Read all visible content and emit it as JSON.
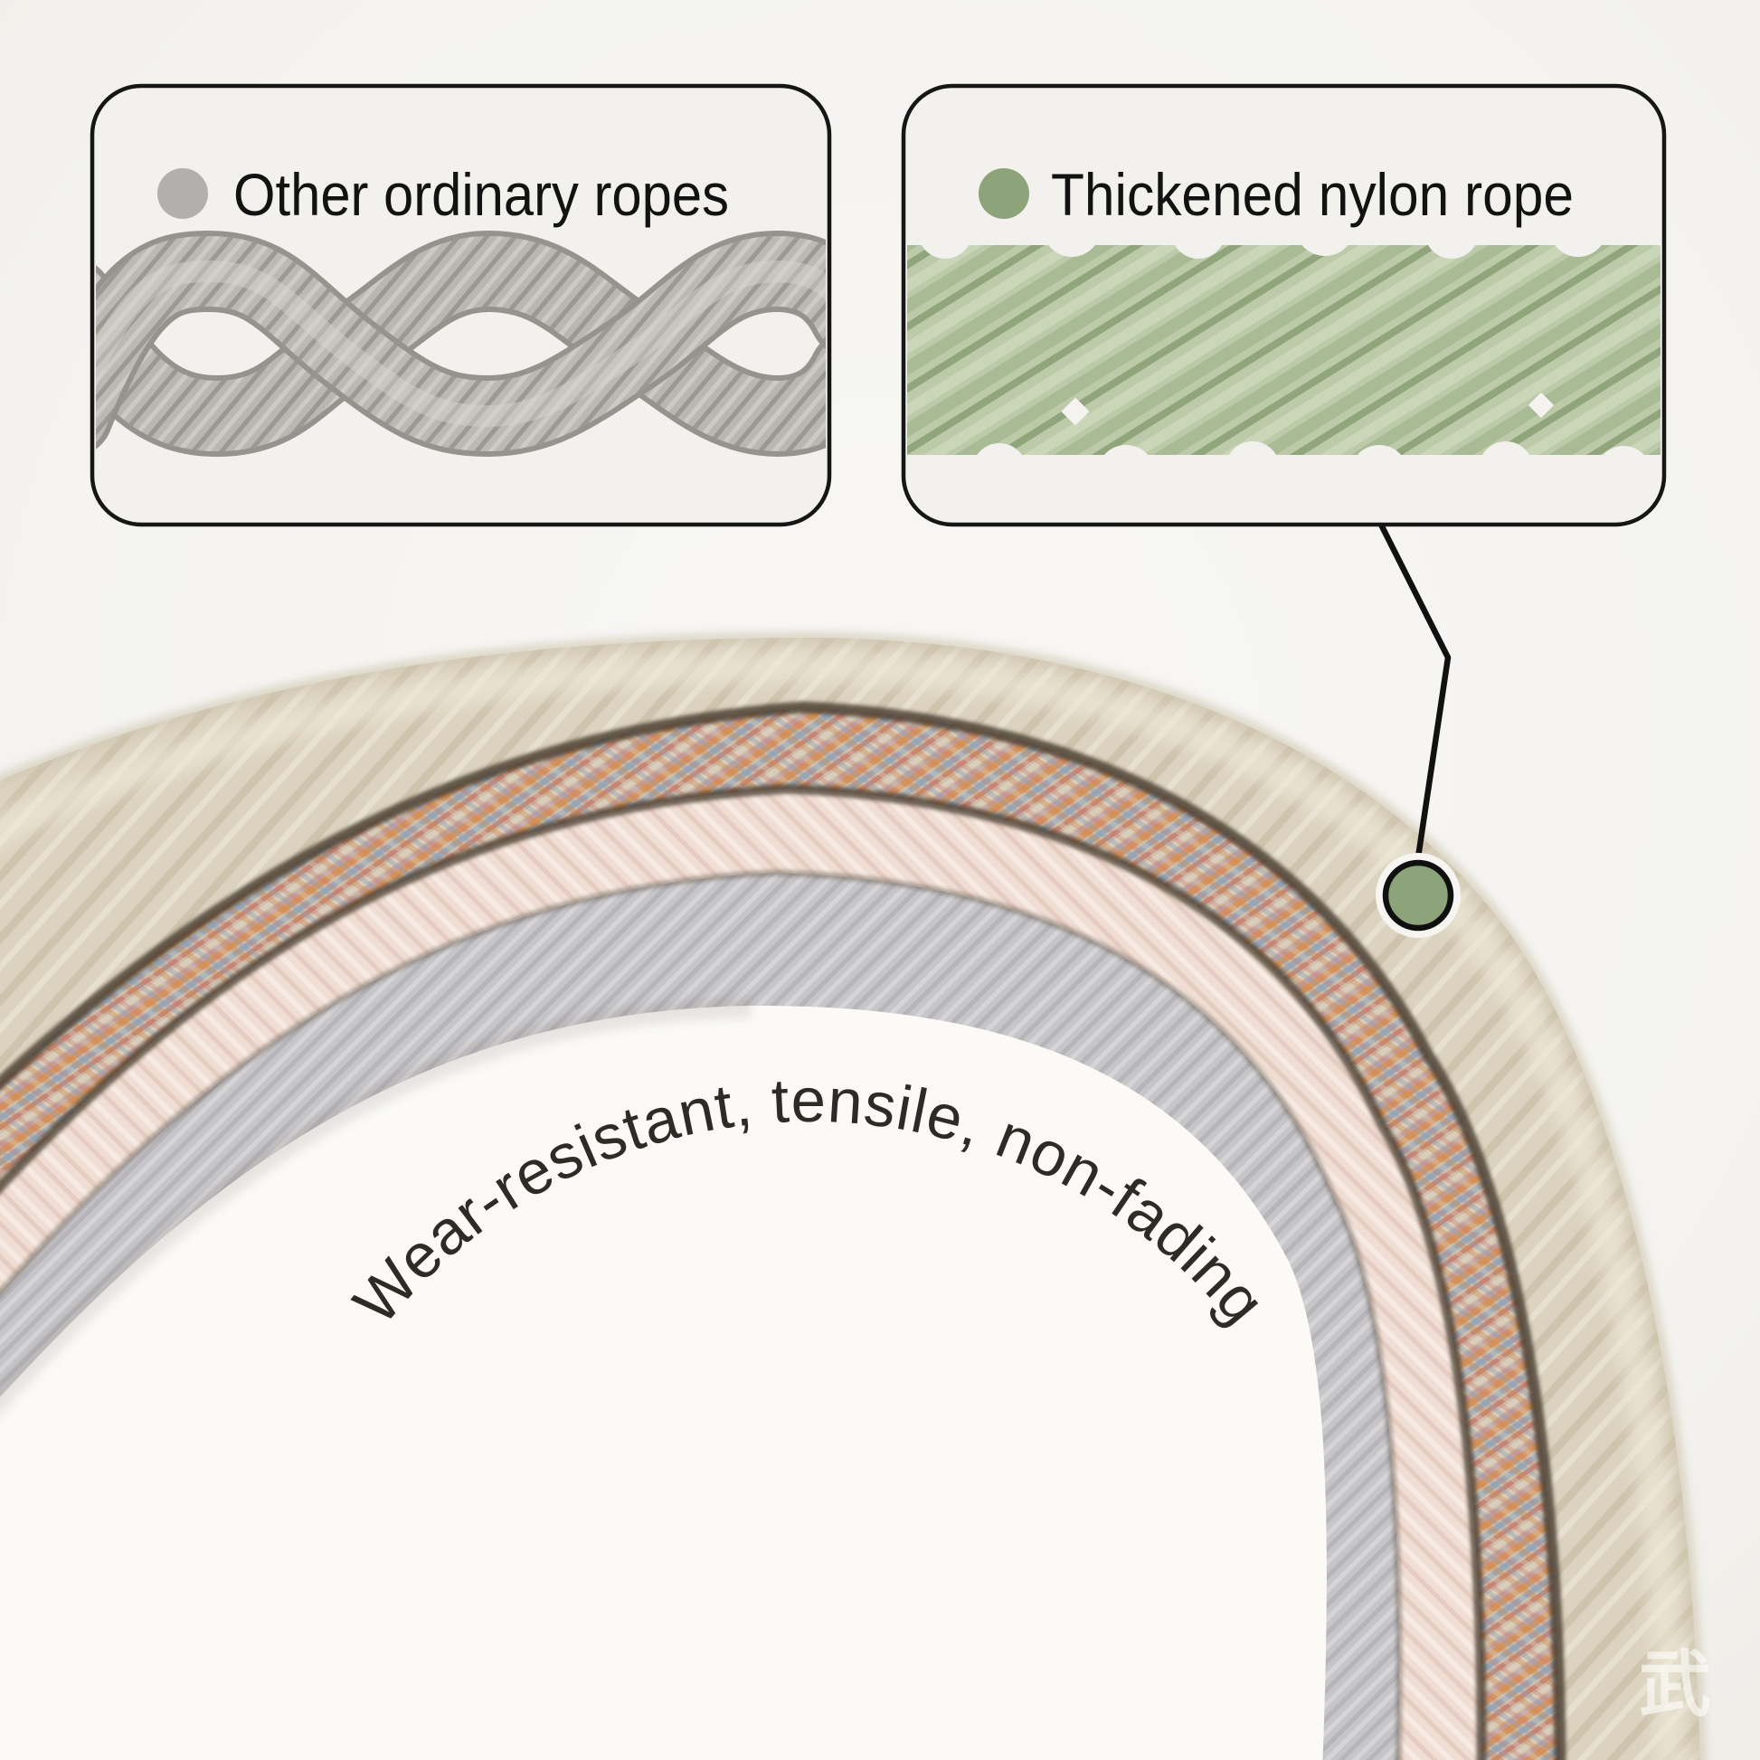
{
  "panels": {
    "ordinary": {
      "label": "Other ordinary ropes",
      "dot_color": "#b2afac"
    },
    "nylon": {
      "label": "Thickened nylon rope",
      "dot_color": "#8da47a"
    }
  },
  "claim": {
    "curved_label": "Wear-resistant, tensile, non-fading"
  },
  "watermark": {
    "text": "武"
  },
  "colors": {
    "background": "#f5f4f1",
    "panel_fill": "#f2f1ed",
    "panel_border": "#161616",
    "label_text": "#121212",
    "callout_line": "#111111",
    "callout_dot": "#8da47a",
    "ordinary_rope_gray": "#bab7b3",
    "nylon_rope_green": "#bccaa9",
    "layer_outer_beige": "#dbd3bf",
    "layer_braid_tan": "#cab9a4",
    "layer_pink": "#f0ddd3",
    "layer_inner_gray": "#c6c5c8",
    "claim_text": "#2c2b26"
  }
}
